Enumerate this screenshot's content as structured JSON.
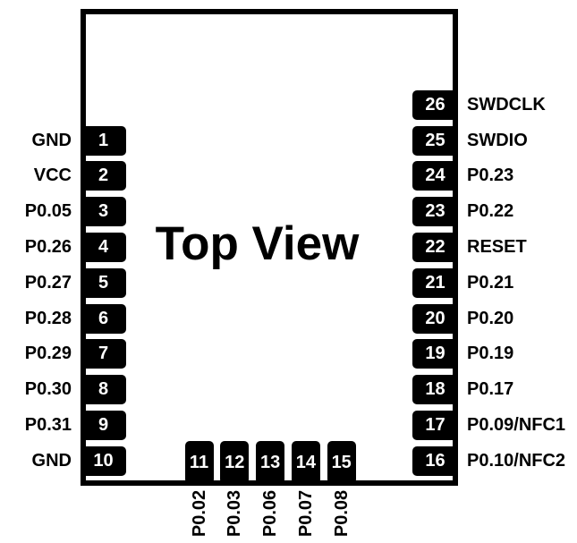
{
  "title": "Top View",
  "colors": {
    "background": "#ffffff",
    "outline": "#000000",
    "pin_fill": "#000000",
    "pin_number_text": "#ffffff",
    "label_text": "#000000"
  },
  "module": {
    "left_pins": [
      {
        "num": "1",
        "label": "GND"
      },
      {
        "num": "2",
        "label": "VCC"
      },
      {
        "num": "3",
        "label": "P0.05"
      },
      {
        "num": "4",
        "label": "P0.26"
      },
      {
        "num": "5",
        "label": "P0.27"
      },
      {
        "num": "6",
        "label": "P0.28"
      },
      {
        "num": "7",
        "label": "P0.29"
      },
      {
        "num": "8",
        "label": "P0.30"
      },
      {
        "num": "9",
        "label": "P0.31"
      },
      {
        "num": "10",
        "label": "GND"
      }
    ],
    "right_pins": [
      {
        "num": "26",
        "label": "SWDCLK"
      },
      {
        "num": "25",
        "label": "SWDIO"
      },
      {
        "num": "24",
        "label": "P0.23"
      },
      {
        "num": "23",
        "label": "P0.22"
      },
      {
        "num": "22",
        "label": "RESET"
      },
      {
        "num": "21",
        "label": "P0.21"
      },
      {
        "num": "20",
        "label": "P0.20"
      },
      {
        "num": "19",
        "label": "P0.19"
      },
      {
        "num": "18",
        "label": "P0.17"
      },
      {
        "num": "17",
        "label": "P0.09/NFC1"
      },
      {
        "num": "16",
        "label": "P0.10/NFC2"
      }
    ],
    "bottom_pins": [
      {
        "num": "11",
        "label": "P0.02"
      },
      {
        "num": "12",
        "label": "P0.03"
      },
      {
        "num": "13",
        "label": "P0.06"
      },
      {
        "num": "14",
        "label": "P0.07"
      },
      {
        "num": "15",
        "label": "P0.08"
      }
    ]
  }
}
